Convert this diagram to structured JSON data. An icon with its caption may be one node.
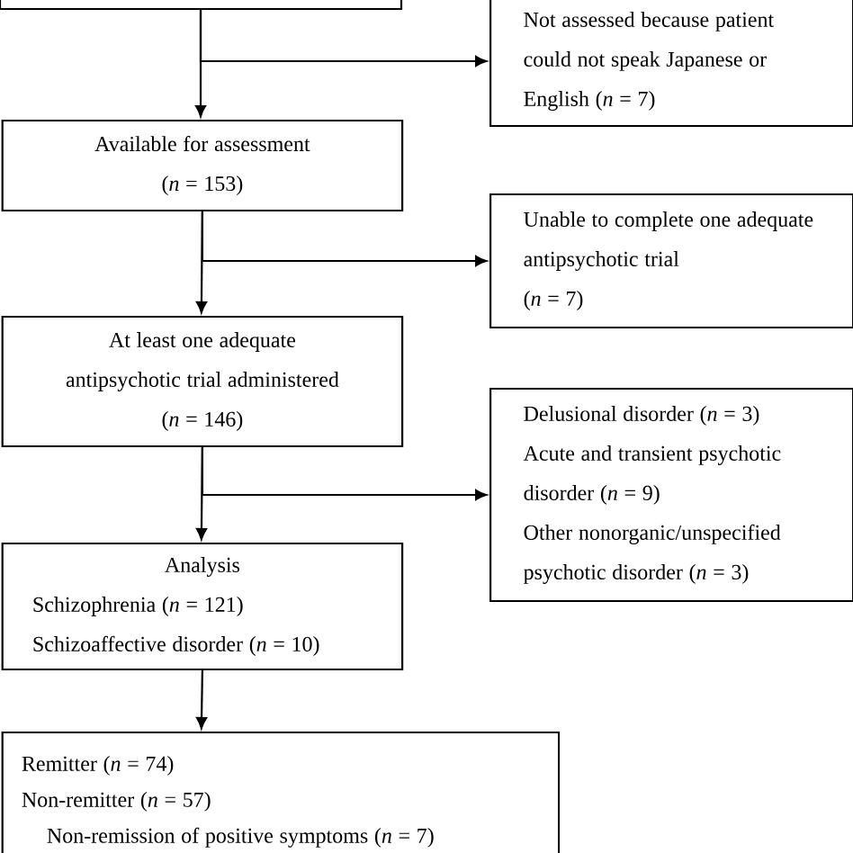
{
  "diagram": {
    "nodes": [
      {
        "text": [],
        "shape": "box"
      },
      {
        "text": [
          "Not assessed because patient could not speak Japanese or English (*n* = 7)"
        ]
      },
      {
        "text": [
          "Available for assessment",
          "(*n* = 153)"
        ]
      },
      {
        "text": [
          "Unable to complete one adequate antipsychotic trial",
          "(*n* = 7)"
        ]
      },
      {
        "text": [
          "At least one adequate antipsychotic trial administered",
          "(*n* = 146)"
        ]
      },
      {
        "text": [
          "Delusional disorder (*n* = 3)",
          "Acute and transient psychotic disorder (*n* = 9)",
          "Other nonorganic/unspecified psychotic disorder (*n* = 3)"
        ]
      },
      {
        "text": [
          "Analysis",
          "Schizophrenia (*n* = 121)",
          "Schizoaffective disorder (*n* = 10)"
        ]
      },
      {
        "text": [
          "Remitter (*n* = 74)",
          "Non-remitter (*n* = 57)",
          "Non-remission of positive symptoms (*n* = 7)"
        ]
      }
    ],
    "edges": [
      {
        "from": 0,
        "to": 2,
        "arrow": "to"
      },
      {
        "from": 0,
        "to": 1,
        "arrow": "to"
      },
      {
        "from": 2,
        "to": 4,
        "arrow": "to"
      },
      {
        "from": 2,
        "to": 3,
        "arrow": "to"
      },
      {
        "from": 4,
        "to": 6,
        "arrow": "to"
      },
      {
        "from": 4,
        "to": 5,
        "arrow": "to"
      },
      {
        "from": 6,
        "to": 7,
        "arrow": "to"
      }
    ]
  }
}
